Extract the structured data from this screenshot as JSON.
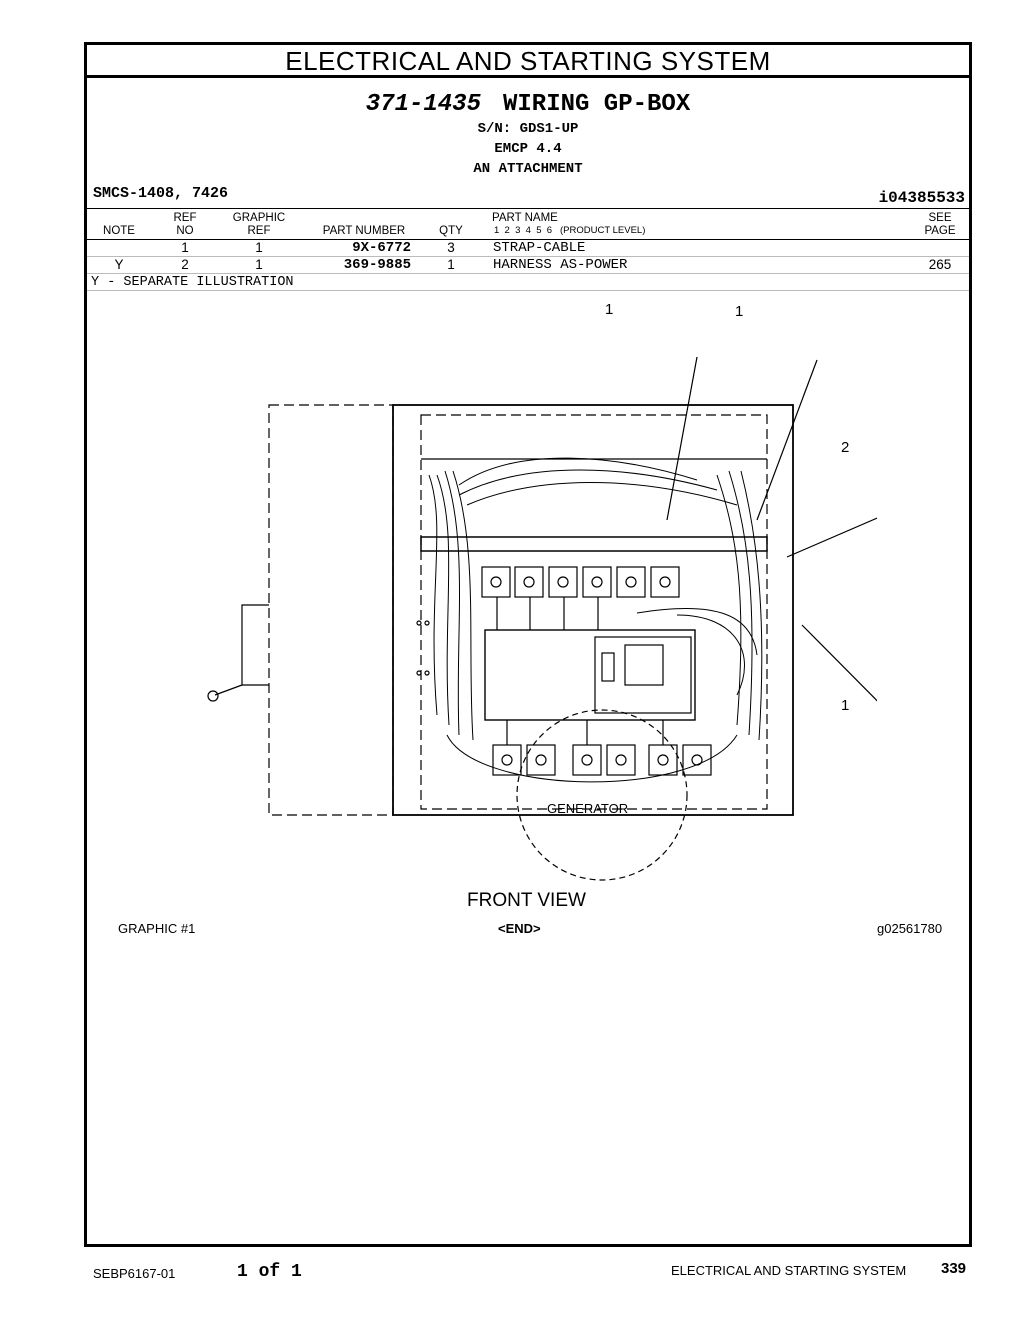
{
  "header": {
    "title": "ELECTRICAL AND STARTING SYSTEM",
    "group_number": "371-1435",
    "group_name": "WIRING GP-BOX",
    "serial": "S/N: GDS1-UP",
    "control": "EMCP 4.4",
    "type": "AN ATTACHMENT",
    "smcs": "SMCS-1408, 7426",
    "info_id": "i04385533"
  },
  "table": {
    "columns": {
      "note": "NOTE",
      "ref_no_1": "REF",
      "ref_no_2": "NO",
      "graphic_ref_1": "GRAPHIC",
      "graphic_ref_2": "REF",
      "part_number": "PART NUMBER",
      "qty": "QTY",
      "part_name": "PART NAME",
      "product_level": "1  2  3  4  5  6   (PRODUCT LEVEL)",
      "see_page_1": "SEE",
      "see_page_2": "PAGE"
    },
    "rows": [
      {
        "note": "",
        "ref_no": "1",
        "graphic_ref": "1",
        "part_number": "9X-6772",
        "qty": "3",
        "part_name": "STRAP-CABLE",
        "see_page": ""
      },
      {
        "note": "Y",
        "ref_no": "2",
        "graphic_ref": "1",
        "part_number": "369-9885",
        "qty": "1",
        "part_name": "HARNESS AS-POWER",
        "see_page": "265"
      }
    ],
    "legend": "Y - SEPARATE ILLUSTRATION"
  },
  "illustration": {
    "callouts": [
      "1",
      "1",
      "2",
      "1"
    ],
    "generator_label": "GENERATOR",
    "view_label": "FRONT VIEW",
    "graphic_label": "GRAPHIC #1",
    "end_label": "<END>",
    "graphic_id": "g02561780"
  },
  "footer": {
    "doc_id": "SEBP6167-01",
    "page_count": "1 of 1",
    "section": "ELECTRICAL AND STARTING SYSTEM",
    "page_number": "339"
  }
}
